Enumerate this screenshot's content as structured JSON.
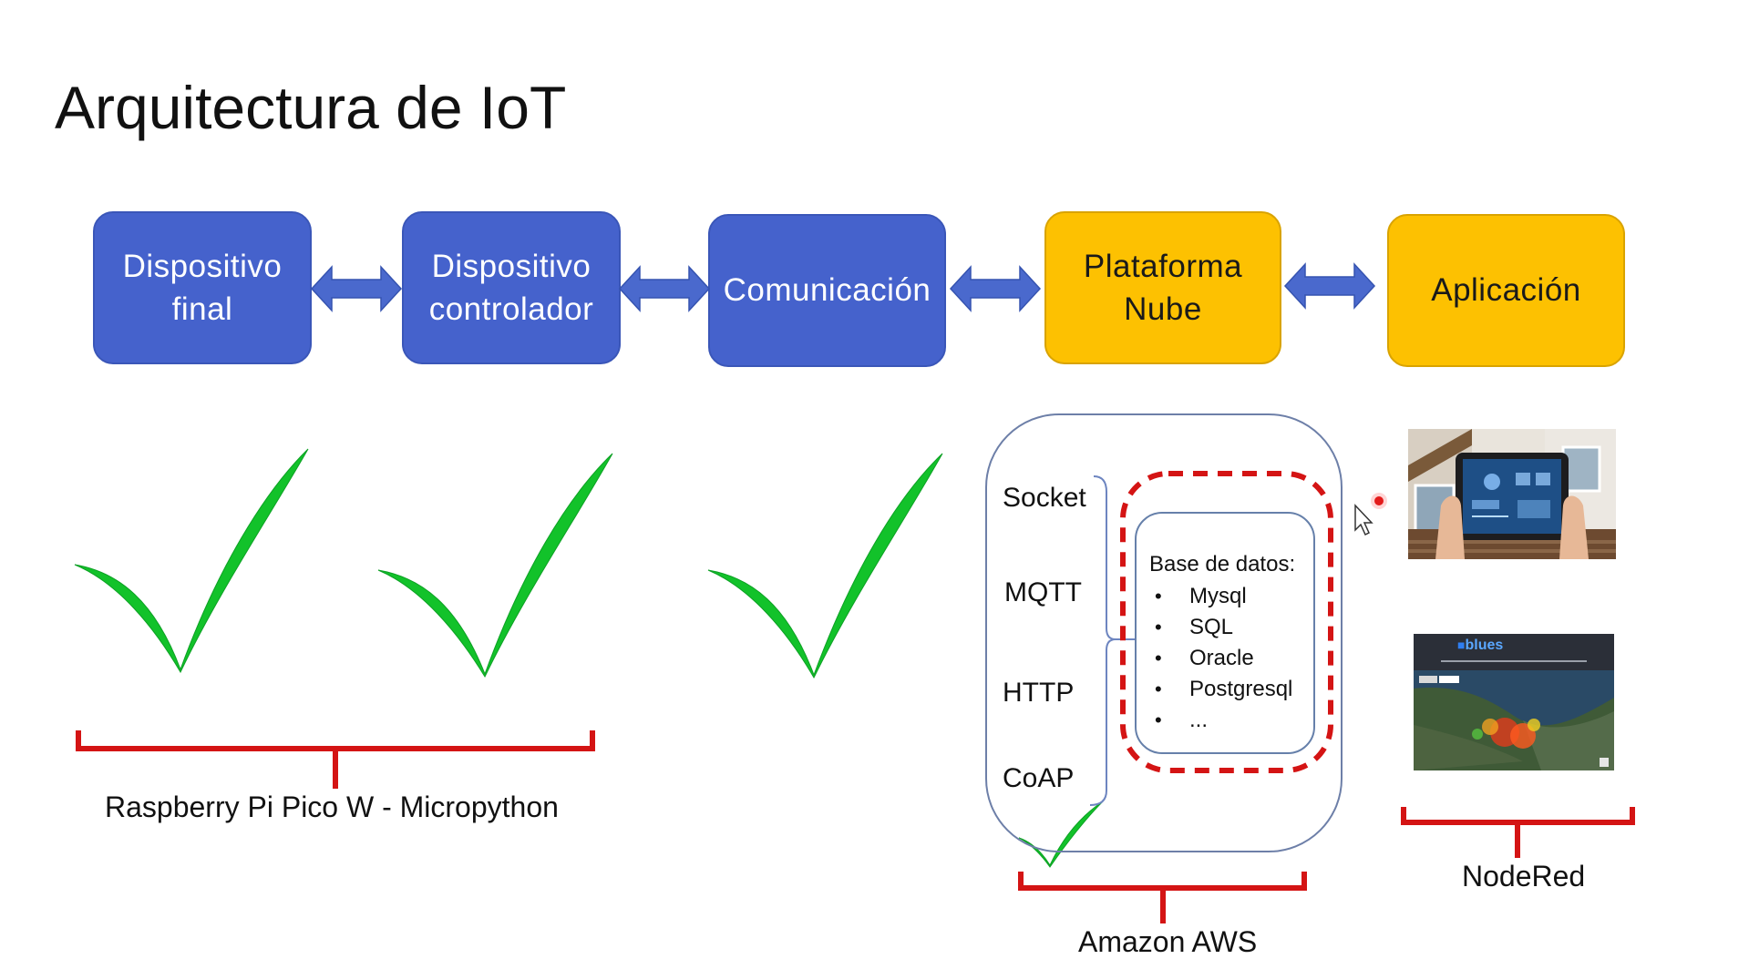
{
  "title": "Arquitectura de IoT",
  "flow": {
    "boxes": [
      {
        "label": "Dispositivo\nfinal",
        "color": "#4562cc"
      },
      {
        "label": "Dispositivo\ncontrolador",
        "color": "#4562cc"
      },
      {
        "label": "Comunicación",
        "color": "#4562cc"
      },
      {
        "label": "Plataforma\nNube",
        "color": "#fdc101"
      },
      {
        "label": "Aplicación",
        "color": "#fdc101"
      }
    ],
    "arrow_color": "#4a69cd"
  },
  "groups": {
    "device": "Raspberry Pi Pico W - Micropython",
    "cloud": "Amazon AWS",
    "app": "NodeRed"
  },
  "protocols": [
    "Socket",
    "MQTT",
    "HTTP",
    "CoAP"
  ],
  "database": {
    "title": "Base de datos:",
    "items": [
      "Mysql",
      "SQL",
      "Oracle",
      "Postgresql",
      "..."
    ]
  },
  "map_brand": "blues",
  "colors": {
    "check": "#12c22a",
    "bracket": "#d41414",
    "dashed": "#d41414"
  },
  "icons": [
    "checkmark-icon",
    "mouse-cursor-icon",
    "laser-pointer-icon",
    "double-arrow-icon"
  ]
}
